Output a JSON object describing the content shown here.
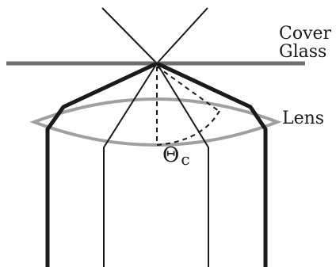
{
  "labels": {
    "cover_line1": "Cover",
    "cover_line2": "Glass",
    "lens": "Lens",
    "theta": "Θ",
    "theta_sub": "c"
  },
  "colors": {
    "cover_glass": "#6e6e6e",
    "lens": "#a0a0a0",
    "objective": "#1a1a1a",
    "rays": "#1a1a1a",
    "dashed": "#1a1a1a"
  }
}
